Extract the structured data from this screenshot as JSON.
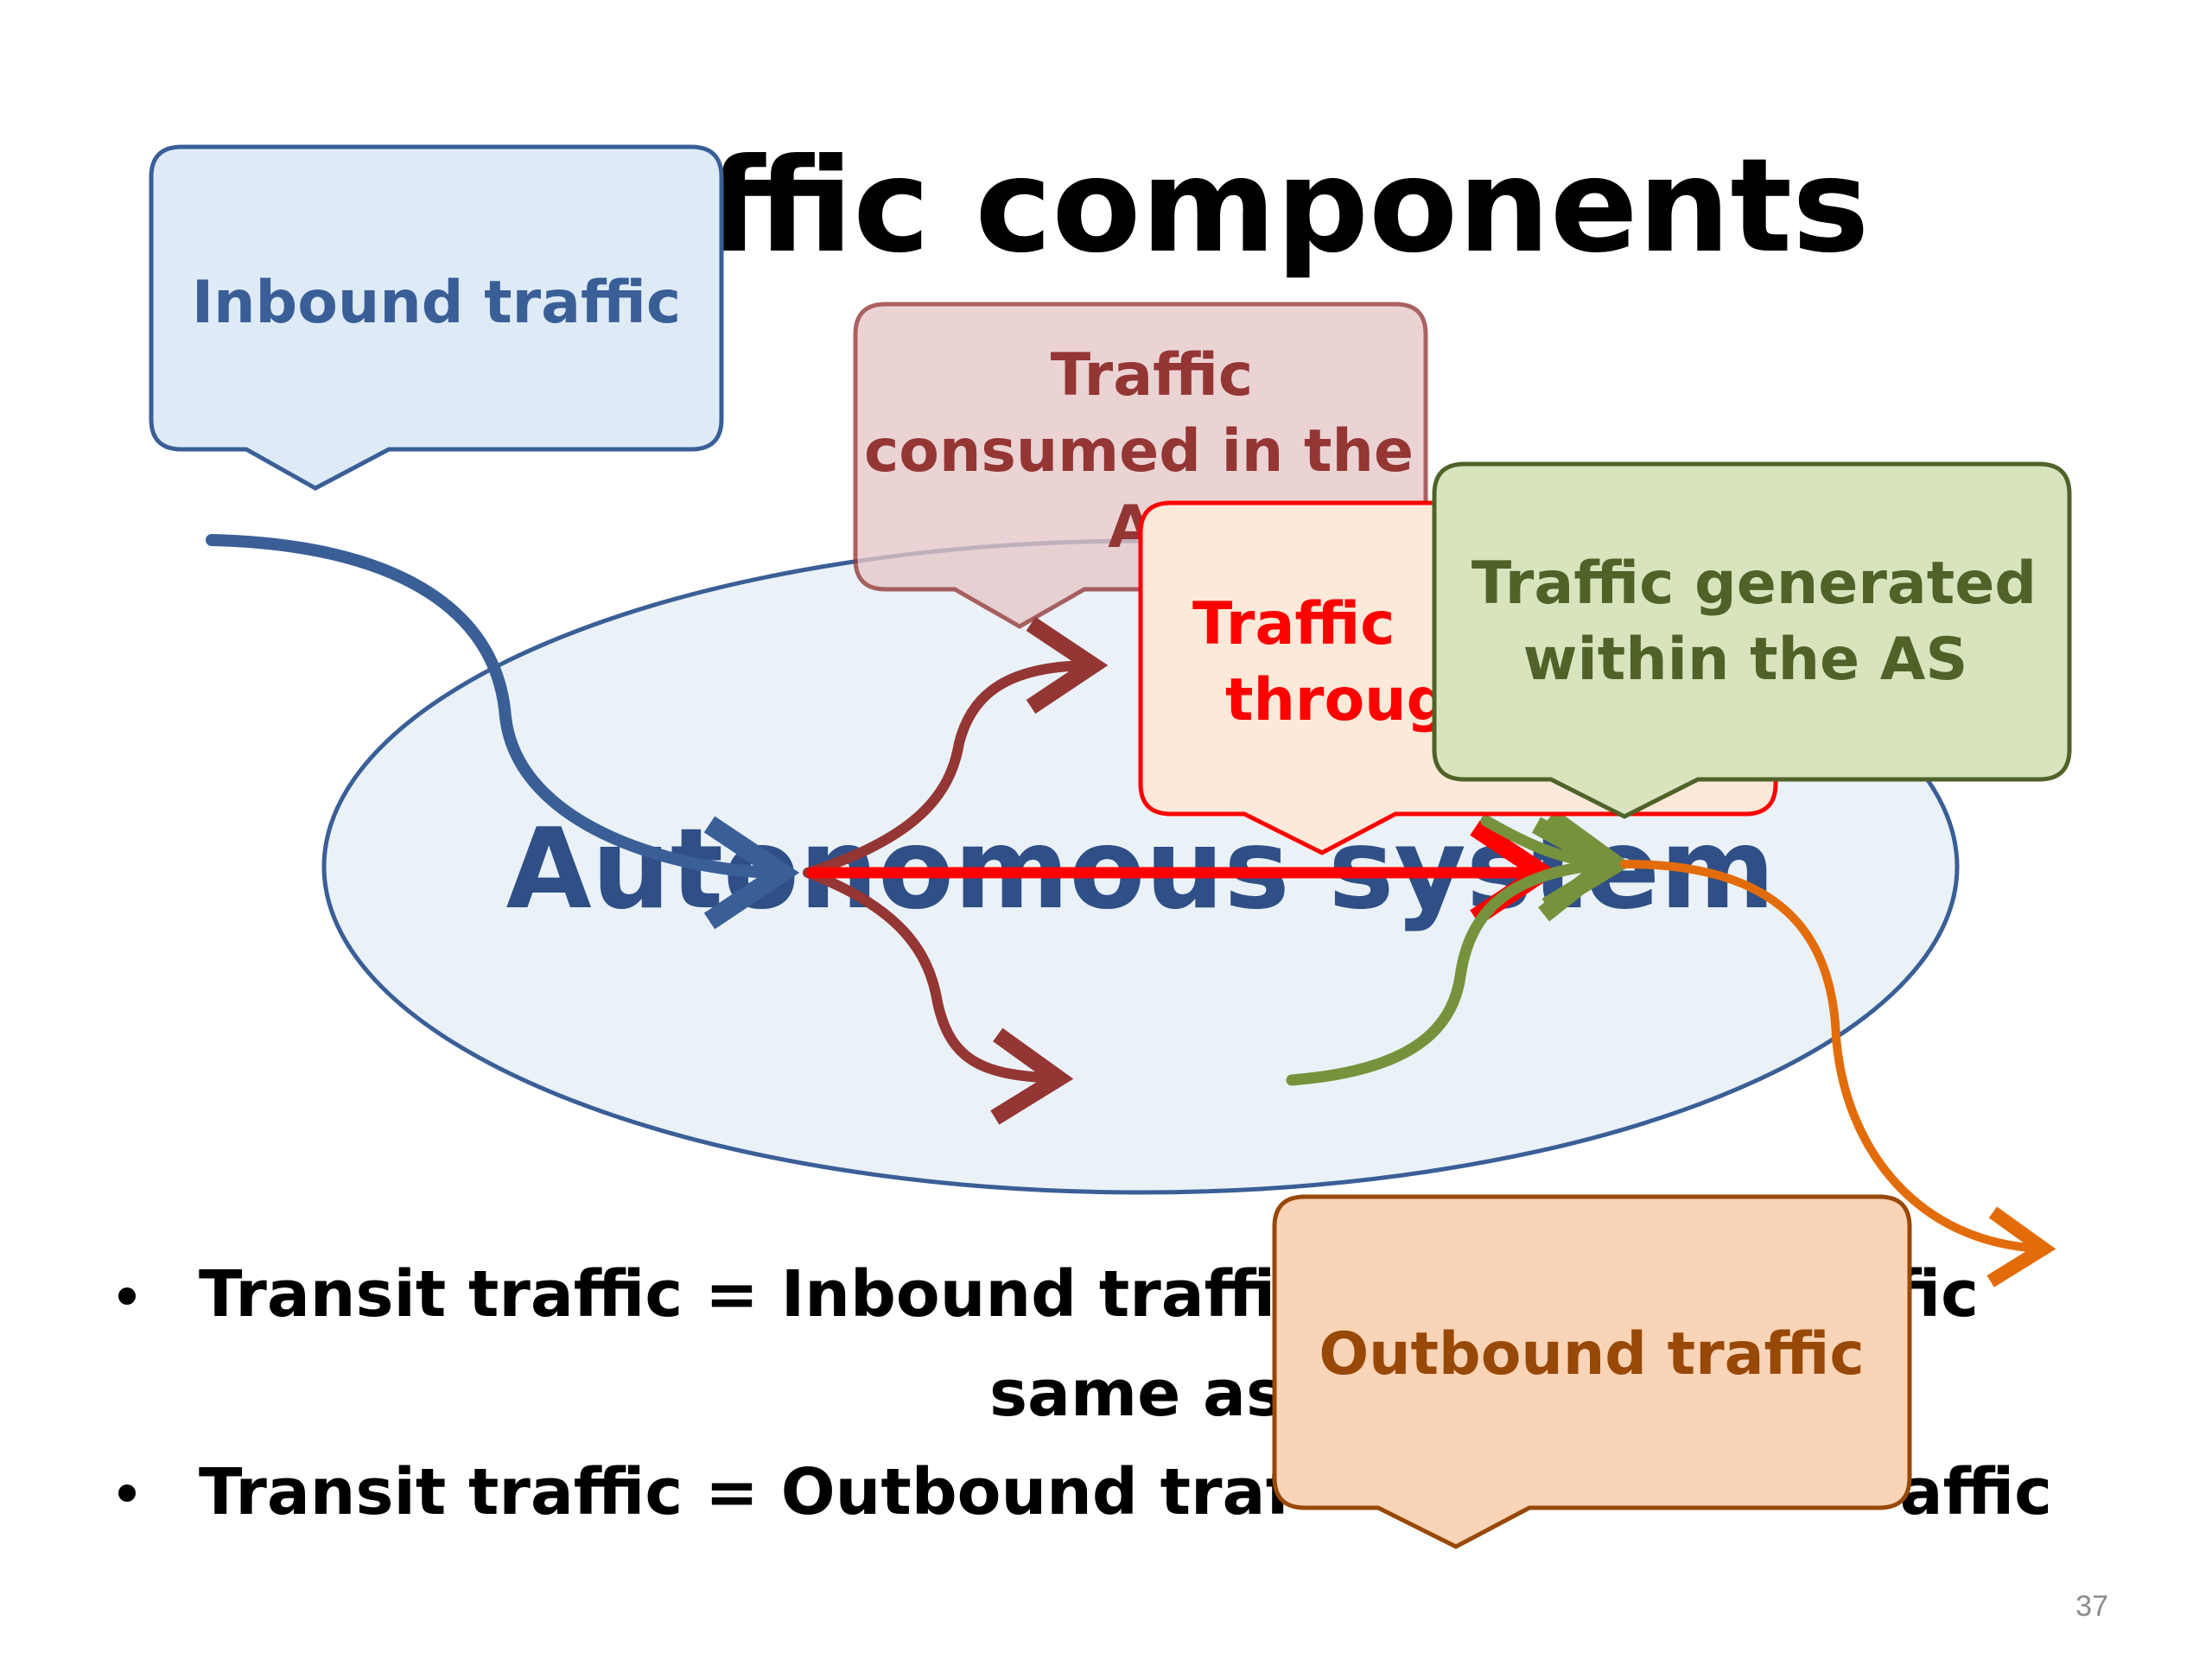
{
  "slide": {
    "title": "ffic components",
    "ellipse_label": "Autonomous system",
    "page_number": "37"
  },
  "callouts": {
    "inbound": {
      "lines": [
        "Inbound traffic"
      ]
    },
    "consumed": {
      "lines": [
        "Traffic",
        "consumed in the",
        "AS"
      ]
    },
    "through": {
      "lines": [
        "Traffic",
        "through"
      ]
    },
    "generated": {
      "lines": [
        "Traffic generated",
        "within the AS"
      ]
    },
    "outbound": {
      "lines": [
        "Outbound traffic"
      ]
    }
  },
  "bullets": {
    "line1": "Transit traffic = Inbound traffi",
    "line1_tail": "fic",
    "line2": "same as",
    "line3": "Transit traffic = Outbound traf",
    "line3_tail": "affic"
  },
  "colors": {
    "inbound": "#3A5F97",
    "consumed": "#943634",
    "through": "#FF0000",
    "generated": "#76923C",
    "outbound": "#E36C0A"
  }
}
